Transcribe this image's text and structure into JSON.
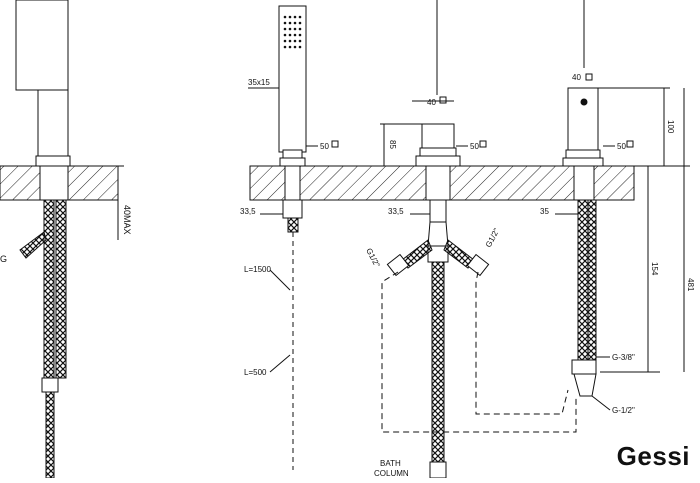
{
  "brand": {
    "logo_text": "Gessi"
  },
  "labels": {
    "cut_g": "G",
    "g_half_1": "G1/2\"",
    "g_half_2": "G1/2\"",
    "l1500": "L=1500",
    "l500": "L=500",
    "bath_1": "BATH",
    "bath_2": "COLUMN",
    "g38": "G-3/8\"",
    "g12": "G-1/2\"",
    "max40": "40MAX"
  },
  "dimensions": {
    "d35x15": "35x15",
    "sq50_a": "50",
    "sq40_a": "40",
    "d85": "85",
    "sq50_b": "50",
    "sq40_b": "40",
    "d100": "100",
    "sq50_c": "50",
    "dia33_a": "33,5",
    "dia33_b": "33,5",
    "dia35": "35",
    "d154": "154",
    "d481": "481"
  }
}
